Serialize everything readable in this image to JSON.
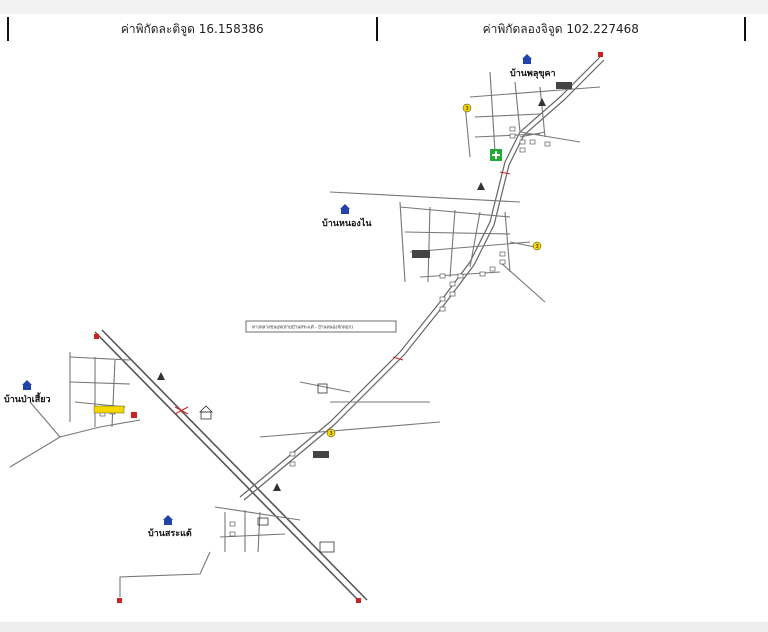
{
  "coordinates": {
    "latitude_label": "ค่าพิกัดละติจูด 16.158386",
    "longitude_label": "ค่าพิกัดลองจิจูด 102.227468"
  },
  "villages": [
    {
      "id": "phu_khuk",
      "name": "บ้านพลุขุคา"
    },
    {
      "id": "nong_nai",
      "name": "บ้านหนองไน"
    },
    {
      "id": "pa_siao",
      "name": "บ้านป่าเสี้ยว"
    },
    {
      "id": "sa_ae",
      "name": "บ้านสระแต้"
    }
  ],
  "route_labels": {
    "route_box": "ทางหลวงชนบท(สายบ้านสระแต้ - บ้านหนองจักดอก)"
  },
  "road_numbers": [
    "3",
    "3",
    "3"
  ],
  "colors": {
    "road": "#555555",
    "house": "#2244aa",
    "health_cross": "#22aa33",
    "marker_red": "#cc2222",
    "label_box": "#f5d800"
  }
}
